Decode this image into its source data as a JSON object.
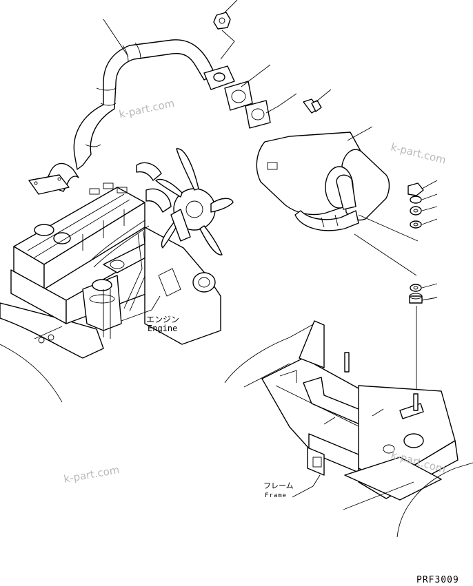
{
  "labels": {
    "engine_ja": "エンジン",
    "engine_en": "Engine",
    "frame_ja": "フレーム",
    "frame_en": "Frame"
  },
  "watermarks": [
    "k-part.com",
    "k-part.com",
    "k-part.com",
    "k-part.com"
  ],
  "drawing_code": "PRF3009"
}
